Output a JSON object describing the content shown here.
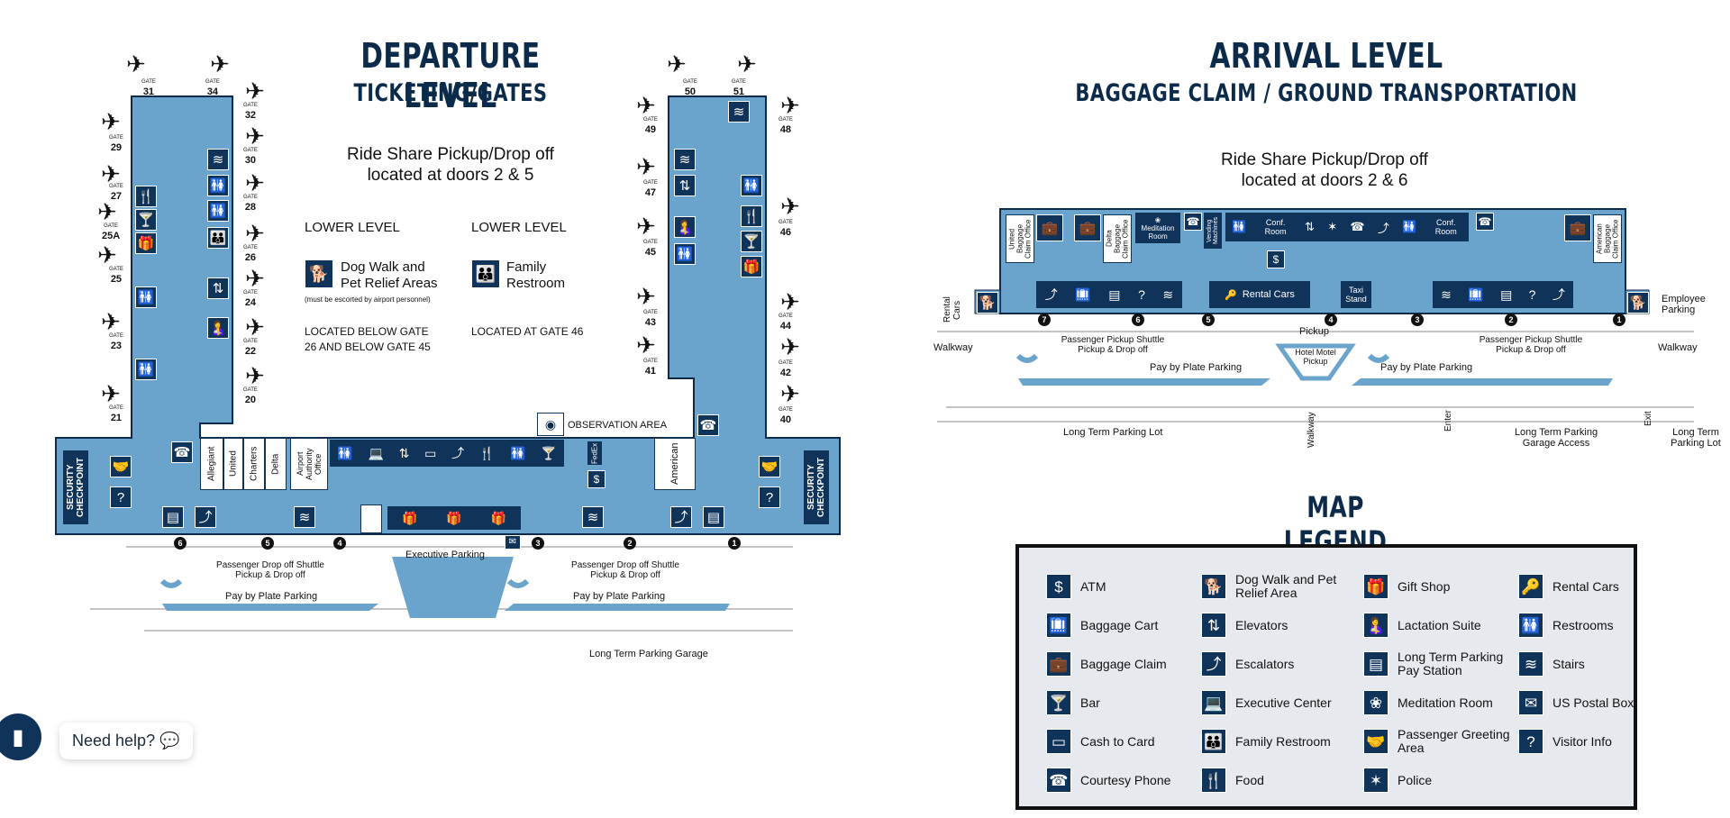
{
  "departure": {
    "title": "DEPARTURE LEVEL",
    "subtitle": "TICKETING/GATES",
    "ride_share": [
      "Ride Share Pickup/Drop off",
      "located at doors 2 & 5"
    ],
    "lower_level_1": "LOWER LEVEL",
    "lower_level_2": "LOWER LEVEL",
    "dog_walk": "Dog Walk and Pet Relief Areas",
    "escort_note": "(must be escorted by airport personnel)",
    "family_restroom": "Family Restroom",
    "located_below": "LOCATED BELOW GATE 26 AND BELOW GATE 45",
    "located_at": "LOCATED AT GATE 46",
    "observation": "OBSERVATION AREA",
    "gate_word": "GATE",
    "left_gates": [
      "31",
      "34",
      "32",
      "29",
      "30",
      "27",
      "28",
      "25A",
      "26",
      "25",
      "24",
      "23",
      "22",
      "21",
      "20"
    ],
    "right_gates": [
      "50",
      "51",
      "49",
      "48",
      "47",
      "46",
      "45",
      "44",
      "43",
      "42",
      "41",
      "40"
    ],
    "counters": [
      "Allegiant",
      "United",
      "Charters",
      "Delta"
    ],
    "airport_authority": "Airport Authority Office",
    "american": "American",
    "fedex": "FedEx",
    "security_left": "SECURITY CHECKPOINT",
    "security_right": "SECURITY CHECKPOINT",
    "doors": [
      "6",
      "5",
      "4",
      "3",
      "2",
      "1"
    ],
    "executive_parking": "Executive Parking",
    "drop_left": "Passenger Drop off Shuttle Pickup & Drop off",
    "drop_right": "Passenger Drop off Shuttle Pickup & Drop off",
    "pay_left": "Pay by Plate Parking",
    "pay_right": "Pay by Plate Parking",
    "garage": "Long Term Parking Garage"
  },
  "arrival": {
    "title": "ARRIVAL LEVEL",
    "subtitle": "BAGGAGE CLAIM / GROUND TRANSPORTATION",
    "ride_share": [
      "Ride Share Pickup/Drop off",
      "located at doors 2 & 6"
    ],
    "united_claim": "United Baggage Claim Office",
    "delta_claim": "Delta Baggage Claim Office",
    "american_claim": "American Baggage Claim Office",
    "meditation": "Meditation Room",
    "vending": "Vending Machines",
    "conf_room_1": "Conf. Room",
    "conf_room_2": "Conf. Room",
    "rental_cars": "Rental Cars",
    "taxi": "Taxi Stand",
    "rental_side": "Rental Cars",
    "employee_parking": "Employee Parking",
    "doors": [
      "7",
      "6",
      "5",
      "4",
      "3",
      "2",
      "1"
    ],
    "pickup": "Pickup",
    "walkway_left": "Walkway",
    "walkway_right": "Walkway",
    "walkway_center": "Walkway",
    "pickup_left": "Passenger Pickup Shuttle Pickup & Drop off",
    "pickup_right": "Passenger Pickup Shuttle Pickup & Drop off",
    "hotel": "Hotel Motel Pickup",
    "pay_left": "Pay by Plate Parking",
    "pay_right": "Pay by Plate Parking",
    "lot": "Long Term Parking Lot",
    "enter": "Enter",
    "exit": "Exit",
    "garage_access": "Long Term Parking Garage Access",
    "lot_right": "Long Term Parking Lot"
  },
  "legend": {
    "title": "MAP LEGEND",
    "items": [
      {
        "label": "ATM",
        "glyph": "$",
        "icon": "atm-icon"
      },
      {
        "label": "Dog Walk and Pet Relief Area",
        "glyph": "🐕",
        "icon": "dog-icon"
      },
      {
        "label": "Gift Shop",
        "glyph": "🎁",
        "icon": "gift-icon"
      },
      {
        "label": "Rental Cars",
        "glyph": "🔑",
        "icon": "key-icon"
      },
      {
        "label": "Baggage Cart",
        "glyph": "🛄",
        "icon": "cart-icon"
      },
      {
        "label": "Elevators",
        "glyph": "⇅",
        "icon": "elevator-icon"
      },
      {
        "label": "Lactation Suite",
        "glyph": "🤱",
        "icon": "lactation-icon"
      },
      {
        "label": "Restrooms",
        "glyph": "🚻",
        "icon": "restroom-icon"
      },
      {
        "label": "Baggage Claim",
        "glyph": "💼",
        "icon": "baggage-icon"
      },
      {
        "label": "Escalators",
        "glyph": "⤴",
        "icon": "escalator-icon"
      },
      {
        "label": "Long Term Parking Pay Station",
        "glyph": "▤",
        "icon": "pay-station-icon"
      },
      {
        "label": "Stairs",
        "glyph": "≋",
        "icon": "stairs-icon"
      },
      {
        "label": "Bar",
        "glyph": "🍸",
        "icon": "bar-icon"
      },
      {
        "label": "Executive Center",
        "glyph": "💻",
        "icon": "laptop-icon"
      },
      {
        "label": "Meditation Room",
        "glyph": "❀",
        "icon": "lotus-icon"
      },
      {
        "label": "US Postal Box",
        "glyph": "✉",
        "icon": "mail-icon"
      },
      {
        "label": "Cash to Card",
        "glyph": "▭",
        "icon": "card-icon"
      },
      {
        "label": "Family Restroom",
        "glyph": "👪",
        "icon": "family-icon"
      },
      {
        "label": "Passenger Greeting Area",
        "glyph": "🤝",
        "icon": "greeting-icon"
      },
      {
        "label": "Visitor Info",
        "glyph": "?",
        "icon": "info-icon"
      },
      {
        "label": "Courtesy Phone",
        "glyph": "☎",
        "icon": "phone-icon"
      },
      {
        "label": "Food",
        "glyph": "🍴",
        "icon": "food-icon"
      },
      {
        "label": "Police",
        "glyph": "✶",
        "icon": "police-icon"
      }
    ]
  },
  "chat": {
    "help_label": "Need help?",
    "bubble_glyph": "💬"
  },
  "colors": {
    "terminal": "#6aa3cb",
    "navy": "#10335a",
    "legend_bg": "#e6eaee"
  }
}
